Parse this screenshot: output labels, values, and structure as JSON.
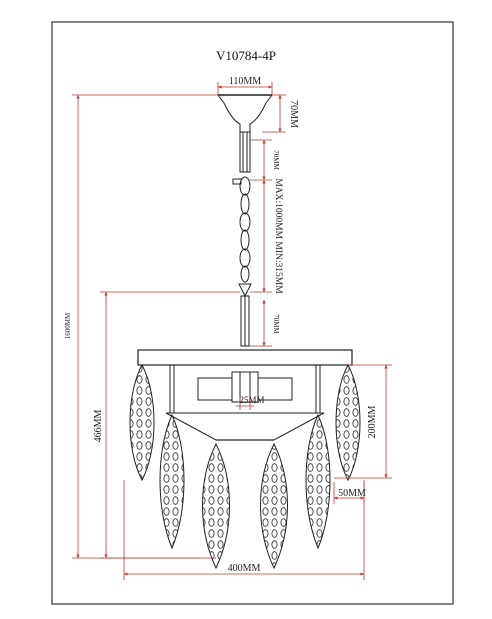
{
  "model_code": "V10784-4P",
  "dimensions": {
    "canopy_width": "110MM",
    "canopy_height": "70MM",
    "chain_top": "70MM",
    "chain_length": "MAX:1000MM  MIN:315MM",
    "stem_length": "70MM",
    "overall_height": "1600MM",
    "body_height": "466MM",
    "center_span": "25MM",
    "drop_height": "200MM",
    "drop_width": "50MM",
    "overall_width": "400MM"
  },
  "colors": {
    "dimension_line": "#c0392b",
    "drawing_line": "#222222",
    "frame": "#333333"
  }
}
